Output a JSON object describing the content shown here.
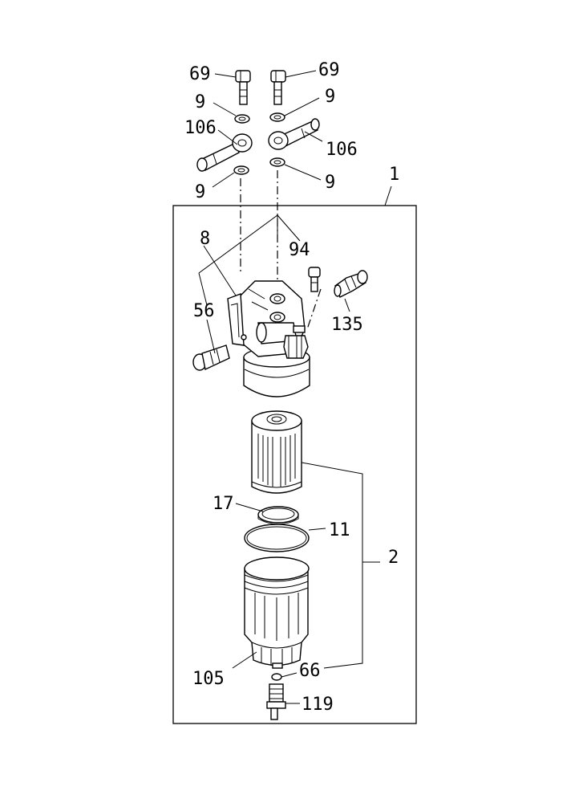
{
  "callouts": [
    {
      "id": "69-left",
      "label": "69"
    },
    {
      "id": "69-right",
      "label": "69"
    },
    {
      "id": "9-upper-left",
      "label": "9"
    },
    {
      "id": "9-upper-right",
      "label": "9"
    },
    {
      "id": "106-left",
      "label": "106"
    },
    {
      "id": "106-right",
      "label": "106"
    },
    {
      "id": "9-lower-left",
      "label": "9"
    },
    {
      "id": "9-lower-right",
      "label": "9"
    },
    {
      "id": "1",
      "label": "1"
    },
    {
      "id": "8",
      "label": "8"
    },
    {
      "id": "94",
      "label": "94"
    },
    {
      "id": "56",
      "label": "56"
    },
    {
      "id": "135",
      "label": "135"
    },
    {
      "id": "17",
      "label": "17"
    },
    {
      "id": "11",
      "label": "11"
    },
    {
      "id": "2",
      "label": "2"
    },
    {
      "id": "105",
      "label": "105"
    },
    {
      "id": "66",
      "label": "66"
    },
    {
      "id": "119",
      "label": "119"
    }
  ]
}
